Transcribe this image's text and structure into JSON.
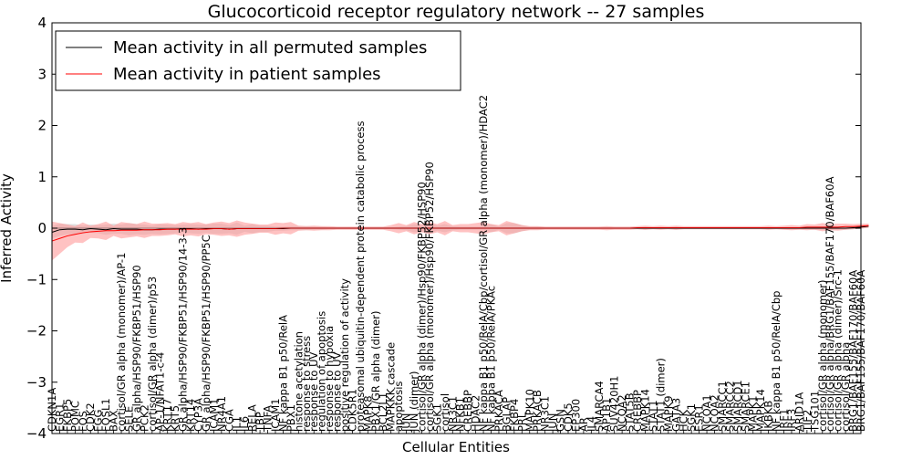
{
  "chart_data": {
    "type": "line",
    "title": "Glucocorticoid receptor regulatory network -- 27 samples",
    "xlabel": "Cellular Entities",
    "ylabel": "Inferred Activity",
    "ylim": [
      -4,
      4
    ],
    "yticks": [
      -4,
      -3,
      -2,
      -1,
      0,
      1,
      2,
      3,
      4
    ],
    "grid": false,
    "legend_position": "top-left",
    "categories": [
      "CDKN1A",
      "EGR1",
      "FKBP5",
      "POMC",
      "FOS",
      "CDK2",
      "FGG",
      "FOSL1",
      "BAX",
      "cortisol/GR alpha (monomer)/AP-1",
      "SELE",
      "GR alpha/HSP90/FKBP51/HSP90",
      "PCK2",
      "cortisol/GR alpha (dimer)/p53",
      "AP-1/NFAT1-c-4",
      "KRT17",
      "KRT5",
      "GR alpha/HSP90/FKBP51/HSP90/14-3-3",
      "KRT14",
      "CYP3A",
      "GR alpha/HSP90/FKBP51/HSP90/PP5C",
      "ICAM1",
      "NR4A1",
      "CGA",
      "IL1",
      "IL6",
      "RELA",
      "TBP",
      "TNFA",
      "ICAM1",
      "NF kappa B1 p50/RelA",
      "PBX1",
      "histone acetylation",
      "response to stress",
      "response to UV",
      "regulation of apoptosis",
      "response to hypoxia",
      "response to UV",
      "positive regulation of activity",
      "CDK5R1",
      "proteasomal ubiquitin-dependent protein catabolic process",
      "MAPK8",
      "PBX1/GR alpha (dimer)",
      "BCL2L1",
      "MAPKKK cascade",
      "apoptosis",
      "JUN",
      "JUN (dimer)",
      "cortisol/GR alpha (dimer)/Hsp90/FKBP52/HSP90",
      "cortisol/GR alpha (monomer)/Hsp90/FKBP52/HSP90",
      "SGK1",
      "cortisol",
      "NR3C1",
      "NFKB1",
      "CREBBP",
      "HDAC2",
      "NF kappa B1 p50/RelA/Cbp/cortisol/GR alpha (monomer)/HDAC2",
      "NF kappa B1 p50/RelA/PKAc",
      "PRKACA",
      "BGLAP",
      "FKBP4",
      "PRL",
      "MAPK10",
      "PRKACB",
      "NR3C1",
      "JUN",
      "GSN",
      "CDK5",
      "EP300",
      "AR",
      "IL4",
      "SMARCA4",
      "AP1B1",
      "SUV420H1",
      "NCOA2",
      "STAT5B",
      "CREBBP",
      "MAPK14",
      "STAT1",
      "STAT1 (dimer)",
      "MAPK9",
      "GATA3",
      "HCK",
      "SGK1",
      "ESR1",
      "NCOA1",
      "NCOA2",
      "SMARCC1",
      "SMARCC2",
      "SMARCD1",
      "SMARCE1",
      "MAPK1",
      "MAPK14",
      "IKBKB",
      "NF kappa B1 p50/RelA/Cbp",
      "IRF1",
      "IRF3",
      "ARID1A",
      "TIF2",
      "TSG101",
      "cortisol/GR alpha (monomer)",
      "cortisol/GR alpha/BRG1/BAF155/BAF170/BAF60A",
      "cortisol/GR alpha (dimer)/Src-1",
      "cortisol/GR alpha",
      "BRG1/BAF155/BAF170/BAF60A",
      "BRG1/BAF155/BAF170/BAF60A"
    ],
    "series": [
      {
        "name": "Mean activity in all permuted samples",
        "color": "#000000",
        "band_color": "#bfbfbf",
        "values": [
          -0.08,
          -0.03,
          -0.02,
          -0.02,
          -0.03,
          -0.01,
          -0.02,
          -0.03,
          -0.01,
          -0.02,
          -0.02,
          -0.02,
          -0.03,
          -0.03,
          -0.02,
          -0.02,
          -0.02,
          -0.01,
          -0.01,
          -0.02,
          -0.01,
          -0.01,
          -0.01,
          -0.02,
          -0.01,
          -0.01,
          -0.01,
          -0.01,
          -0.01,
          -0.01,
          -0.01,
          0.0,
          0.0,
          0.0,
          0.0,
          0.0,
          0.0,
          0.0,
          0.0,
          0.0,
          0.0,
          0.0,
          0.0,
          0.0,
          0.0,
          0.0,
          0.0,
          0.0,
          0.0,
          0.0,
          0.0,
          0.0,
          0.0,
          0.0,
          0.0,
          0.0,
          0.0,
          0.0,
          0.0,
          0.0,
          0.0,
          0.0,
          0.0,
          0.0,
          0.0,
          0.0,
          0.0,
          0.0,
          0.0,
          0.0,
          0.0,
          0.0,
          0.0,
          0.0,
          0.0,
          0.0,
          0.0,
          0.0,
          0.0,
          0.0,
          0.0,
          0.0,
          0.0,
          0.0,
          0.0,
          0.0,
          0.0,
          0.0,
          0.0,
          0.0,
          0.0,
          0.0,
          0.0,
          0.0,
          0.0,
          0.0,
          0.0,
          0.0,
          0.0,
          0.0,
          0.0,
          0.0,
          0.0,
          0.0,
          0.01,
          0.02,
          0.04
        ],
        "spread": [
          0.12,
          0.12,
          0.1,
          0.1,
          0.08,
          0.08,
          0.08,
          0.1,
          0.1,
          0.09,
          0.12,
          0.1,
          0.1,
          0.08,
          0.1,
          0.09,
          0.08,
          0.08,
          0.09,
          0.09,
          0.08,
          0.1,
          0.1,
          0.08,
          0.12,
          0.06,
          0.09,
          0.06,
          0.06,
          0.04,
          0.04,
          0.04,
          0.04,
          0.04,
          0.03,
          0.03,
          0.02,
          0.02,
          0.02,
          0.02,
          0.02,
          0.02,
          0.02,
          0.02,
          0.02,
          0.03,
          0.04,
          0.08,
          0.06,
          0.1,
          0.05,
          0.08,
          0.04,
          0.03,
          0.03,
          0.03,
          0.03,
          0.08,
          0.03,
          0.1,
          0.1,
          0.06,
          0.03,
          0.03,
          0.02,
          0.02,
          0.02,
          0.02,
          0.02,
          0.02,
          0.02,
          0.02,
          0.02,
          0.02,
          0.02,
          0.02,
          0.02,
          0.03,
          0.02,
          0.02,
          0.02,
          0.03,
          0.02,
          0.02,
          0.02,
          0.02,
          0.02,
          0.02,
          0.02,
          0.02,
          0.02,
          0.02,
          0.02,
          0.02,
          0.02,
          0.02,
          0.02,
          0.02,
          0.02,
          0.03,
          0.03,
          0.03,
          0.03,
          0.03,
          0.03,
          0.03,
          0.03
        ]
      },
      {
        "name": "Mean activity in patient samples",
        "color": "#ff0000",
        "band_color": "#ff9999",
        "values": [
          -0.25,
          -0.2,
          -0.15,
          -0.12,
          -0.09,
          -0.07,
          -0.06,
          -0.05,
          -0.05,
          -0.04,
          -0.04,
          -0.04,
          -0.03,
          -0.03,
          -0.03,
          -0.02,
          -0.02,
          -0.02,
          -0.02,
          -0.02,
          -0.02,
          -0.01,
          -0.01,
          -0.02,
          -0.01,
          -0.01,
          -0.01,
          -0.01,
          -0.01,
          -0.01,
          0.0,
          0.0,
          0.0,
          0.0,
          0.0,
          0.0,
          0.0,
          0.0,
          0.0,
          0.0,
          0.0,
          0.0,
          0.0,
          0.0,
          0.0,
          0.0,
          0.0,
          0.0,
          0.0,
          0.0,
          0.0,
          0.0,
          0.0,
          0.0,
          0.0,
          0.0,
          0.0,
          0.0,
          0.0,
          0.0,
          0.0,
          0.0,
          0.0,
          0.0,
          0.0,
          0.0,
          0.0,
          0.0,
          0.0,
          0.0,
          0.0,
          0.0,
          0.0,
          0.0,
          0.0,
          0.0,
          0.01,
          0.01,
          0.01,
          0.01,
          0.01,
          0.01,
          0.01,
          0.01,
          0.01,
          0.01,
          0.01,
          0.01,
          0.01,
          0.01,
          0.01,
          0.01,
          0.01,
          0.01,
          0.01,
          0.01,
          0.01,
          0.01,
          0.02,
          0.02,
          0.02,
          0.02,
          0.02,
          0.03,
          0.03,
          0.04,
          0.05
        ],
        "spread": [
          0.38,
          0.3,
          0.22,
          0.16,
          0.2,
          0.12,
          0.14,
          0.18,
          0.1,
          0.16,
          0.14,
          0.12,
          0.16,
          0.12,
          0.12,
          0.12,
          0.1,
          0.14,
          0.12,
          0.14,
          0.1,
          0.12,
          0.14,
          0.12,
          0.16,
          0.12,
          0.1,
          0.08,
          0.08,
          0.12,
          0.1,
          0.12,
          0.05,
          0.04,
          0.05,
          0.04,
          0.04,
          0.03,
          0.03,
          0.03,
          0.03,
          0.03,
          0.03,
          0.03,
          0.06,
          0.1,
          0.06,
          0.12,
          0.08,
          0.12,
          0.08,
          0.14,
          0.06,
          0.08,
          0.08,
          0.1,
          0.12,
          0.08,
          0.06,
          0.14,
          0.1,
          0.06,
          0.04,
          0.04,
          0.03,
          0.03,
          0.03,
          0.03,
          0.03,
          0.03,
          0.03,
          0.03,
          0.04,
          0.03,
          0.03,
          0.03,
          0.03,
          0.04,
          0.03,
          0.04,
          0.03,
          0.04,
          0.03,
          0.03,
          0.03,
          0.03,
          0.03,
          0.03,
          0.03,
          0.03,
          0.03,
          0.03,
          0.03,
          0.04,
          0.03,
          0.04,
          0.05,
          0.04,
          0.06,
          0.05,
          0.08,
          0.06,
          0.07,
          0.06,
          0.05,
          0.05,
          0.04
        ]
      }
    ]
  }
}
